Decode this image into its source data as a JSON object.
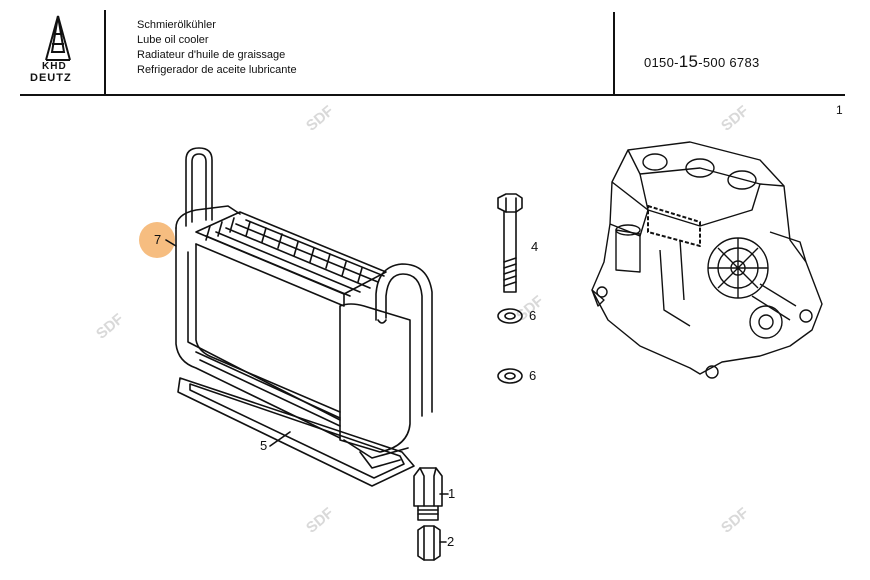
{
  "header": {
    "brand_top": "KHD",
    "brand_bottom": "DEUTZ",
    "titles": [
      "Schmierölkühler",
      "Lube oil cooler",
      "Radiateur d'huile de graissage",
      "Refrigerador de aceite lubricante"
    ],
    "part_no_prefix": "0150-",
    "part_no_group": "15",
    "part_no_suffix": "-500  6783"
  },
  "page_number": "1",
  "callouts": {
    "c7": "7",
    "c4": "4",
    "c6a": "6",
    "c6b": "6",
    "c5": "5",
    "c1": "1",
    "c2": "2"
  },
  "watermark": "SDF",
  "colors": {
    "marker": "#f4b26a",
    "ink": "#111111",
    "watermark": "#d9d9d9"
  }
}
